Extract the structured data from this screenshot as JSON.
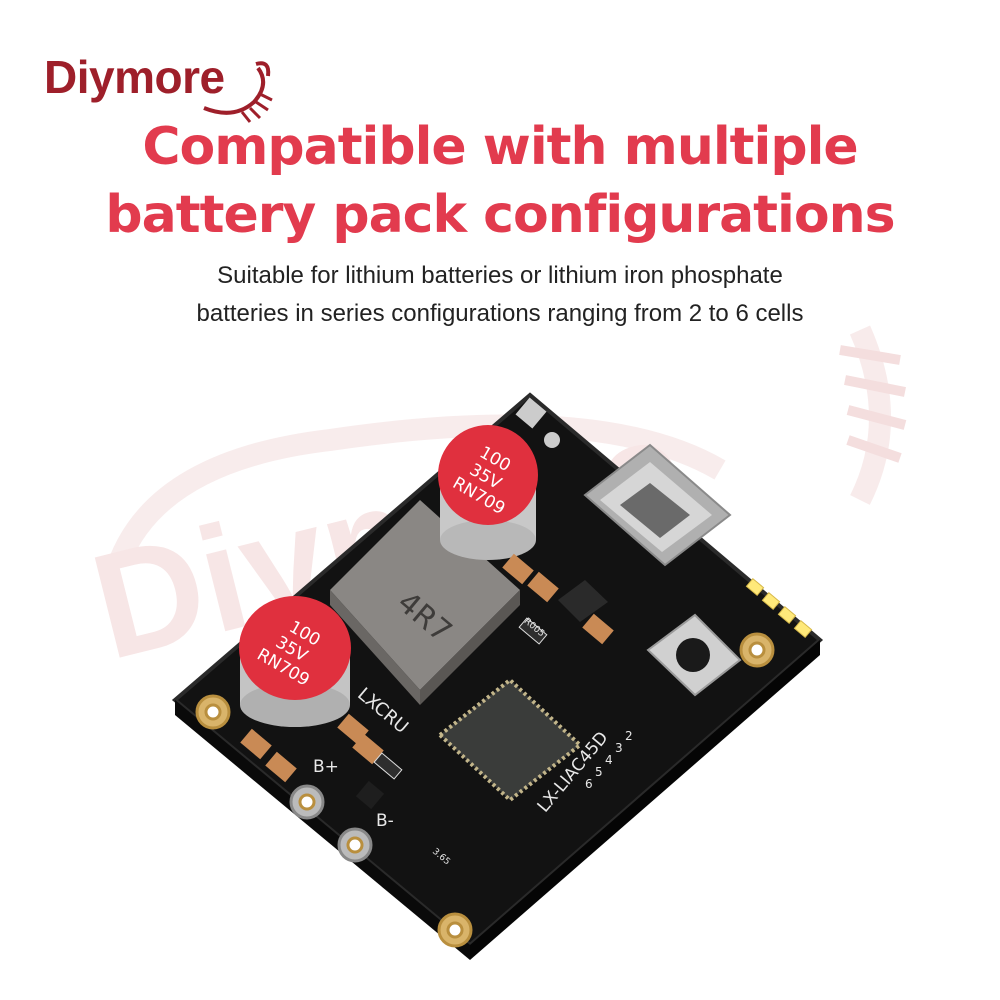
{
  "brand": {
    "name": "Diymore"
  },
  "headline": {
    "line1": "Compatible with multiple",
    "line2": "battery pack configurations"
  },
  "subtitle": {
    "line1": "Suitable for lithium batteries or lithium iron phosphate",
    "line2": "batteries in series configurations ranging from 2 to 6 cells"
  },
  "board": {
    "capacitor_top": [
      "100",
      "35V",
      "RN709"
    ],
    "capacitor_left": [
      "100",
      "35V",
      "RN709"
    ],
    "inductor_label": "4R7",
    "silk_brand": "LXCRU",
    "silk_model": "LX-LIAC45D",
    "pin_b_plus": "B+",
    "pin_b_minus": "B-",
    "resistor_code": "R005",
    "cell_numbers": [
      "2",
      "3",
      "4",
      "5",
      "6"
    ],
    "voltage_mark": "3.65"
  },
  "colors": {
    "headline": "#e23b4e",
    "brand": "#9e1f2a",
    "board": "#121212",
    "capacitor_top": "#e0303e",
    "watermark": "#f6e4e4"
  }
}
